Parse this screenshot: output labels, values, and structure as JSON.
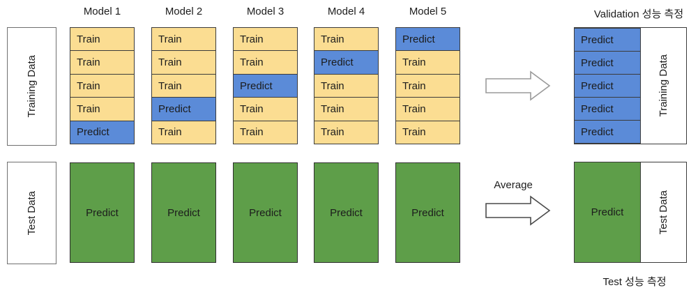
{
  "colors": {
    "train": "#FBDD92",
    "predict_blue": "#5B8BD8",
    "predict_green": "#5E9E49"
  },
  "header": {
    "models": [
      "Model 1",
      "Model 2",
      "Model 3",
      "Model 4",
      "Model 5"
    ],
    "validation_title": "Validation 성능 측정"
  },
  "training_section": {
    "side_label": "Training Data",
    "columns": [
      {
        "model": "Model 1",
        "cells": [
          "Train",
          "Train",
          "Train",
          "Train",
          "Predict"
        ]
      },
      {
        "model": "Model 2",
        "cells": [
          "Train",
          "Train",
          "Train",
          "Predict",
          "Train"
        ]
      },
      {
        "model": "Model 3",
        "cells": [
          "Train",
          "Train",
          "Predict",
          "Train",
          "Train"
        ]
      },
      {
        "model": "Model 4",
        "cells": [
          "Train",
          "Predict",
          "Train",
          "Train",
          "Train"
        ]
      },
      {
        "model": "Model 5",
        "cells": [
          "Predict",
          "Train",
          "Train",
          "Train",
          "Train"
        ]
      }
    ],
    "result": {
      "cells": [
        "Predict",
        "Predict",
        "Predict",
        "Predict",
        "Predict"
      ],
      "side_label": "Training Data"
    }
  },
  "test_section": {
    "side_label": "Test Data",
    "boxes": [
      "Predict",
      "Predict",
      "Predict",
      "Predict",
      "Predict"
    ],
    "average_label": "Average",
    "result": {
      "label": "Predict",
      "side_label": "Test Data"
    },
    "caption": "Test 성능 측정"
  }
}
